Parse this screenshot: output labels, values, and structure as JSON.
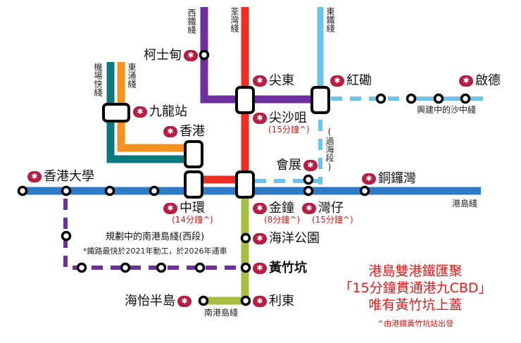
{
  "colors": {
    "island_line": "#2e7bc8",
    "tsuen_wan_line": "#ee2d24",
    "west_rail_line": "#6f2f9e",
    "east_rail_line": "#6cc4ec",
    "airport_express": "#0b7a80",
    "tung_chung_line": "#f5911e",
    "south_island_line": "#a6bf43",
    "mtr_logo": "#b81e44",
    "highlight_red": "#e21a1a"
  },
  "lines": {
    "west_rail": "西鐵綫",
    "tsuen_wan": "荃灣綫",
    "east_rail": "東鐵綫",
    "airport_express": "機場快綫",
    "tung_chung": "東涌綫",
    "island": "港島綫",
    "south_island": "南港島綫",
    "shatin_central": "興建中的沙中綫",
    "cross_harbour": "(過海段)",
    "sil_west_title": "規劃中的南港島綫(西段)",
    "sil_west_note": "*鐵路最快於2021年動工，於2026年通車"
  },
  "stations": {
    "austin": "柯士甸",
    "east_tst": "尖東",
    "tst": "尖沙咀",
    "tst_time": "(15分鐘^)",
    "hung_hom": "紅磡",
    "kai_tak": "啟德",
    "kowloon": "九龍站",
    "hong_kong": "香港",
    "hku": "香港大學",
    "central": "中環",
    "central_time": "(14分鐘^)",
    "admiralty": "金鐘",
    "admiralty_time": "(8分鐘^)",
    "exhibition": "會展",
    "wan_chai": "灣仔",
    "wan_chai_time": "(15分鐘^)",
    "causeway_bay": "銅鑼灣",
    "ocean_park": "海洋公園",
    "wong_chuk_hang": "黃竹坑",
    "lei_tung": "利東",
    "south_horizons": "海怡半島"
  },
  "mtr_logo_glyph": "✱",
  "promo": {
    "line1": "港島雙港鐵匯聚",
    "line2": "「15分鐘貫通港九CBD」",
    "line3": "唯有黃竹坑上蓋",
    "footnote": "^由港鐵黃竹坑站出發"
  }
}
